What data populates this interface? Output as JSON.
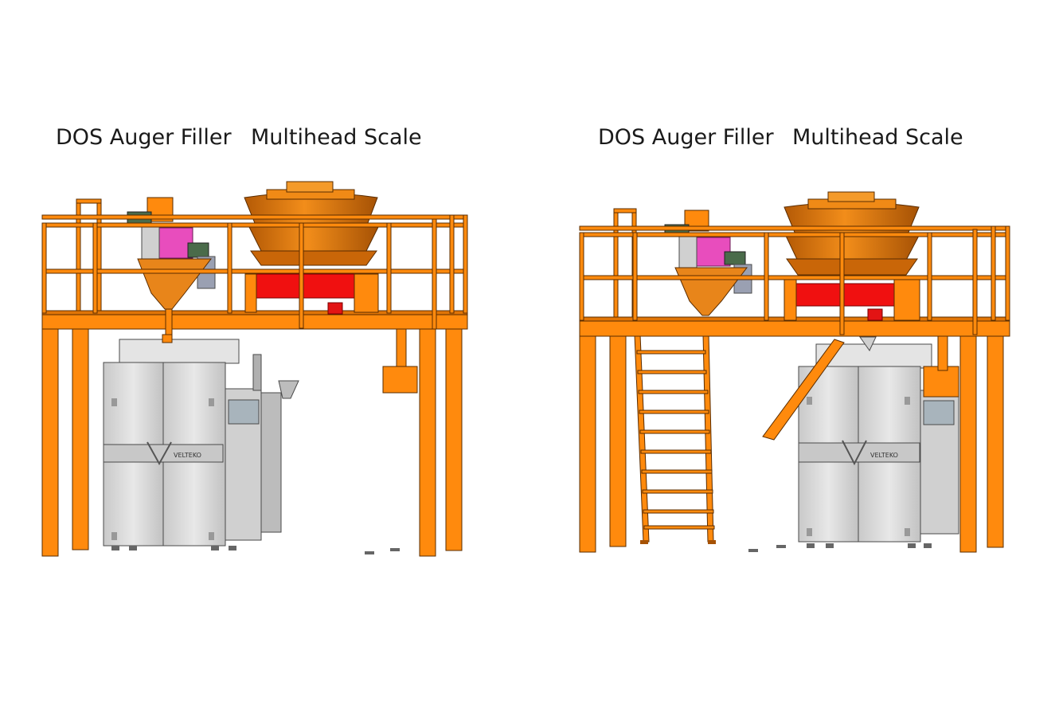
{
  "left_view": {
    "auger_label": "DOS Auger Filler",
    "scale_label": "Multihead Scale"
  },
  "right_view": {
    "auger_label": "DOS Auger Filler",
    "scale_label": "Multihead Scale"
  },
  "machine_brand": "VELTEKO",
  "colors": {
    "structure": "#ff8a0d",
    "scale_body": "#e07a12",
    "weigh_panel": "#f01010",
    "auger_motor": "#e84dbd",
    "machine_body": "#d6d6d6"
  }
}
